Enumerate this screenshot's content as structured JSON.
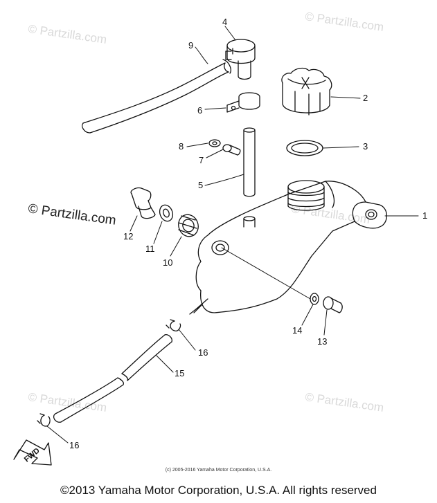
{
  "watermark": "© Partzilla.com",
  "labels": {
    "p1": "1",
    "p2": "2",
    "p3": "3",
    "p4": "4",
    "p5": "5",
    "p6": "6",
    "p7": "7",
    "p8": "8",
    "p9": "9",
    "p10": "10",
    "p11": "11",
    "p12": "12",
    "p13": "13",
    "p14": "14",
    "p15": "15",
    "p16a": "16",
    "p16b": "16"
  },
  "fwd_label": "FWD",
  "small_copyright": "(c) 2005-2016 Yamaha Motor Corporation, U.S.A.",
  "footer_copyright": "©2013 Yamaha Motor Corporation, U.S.A. All rights reserved"
}
